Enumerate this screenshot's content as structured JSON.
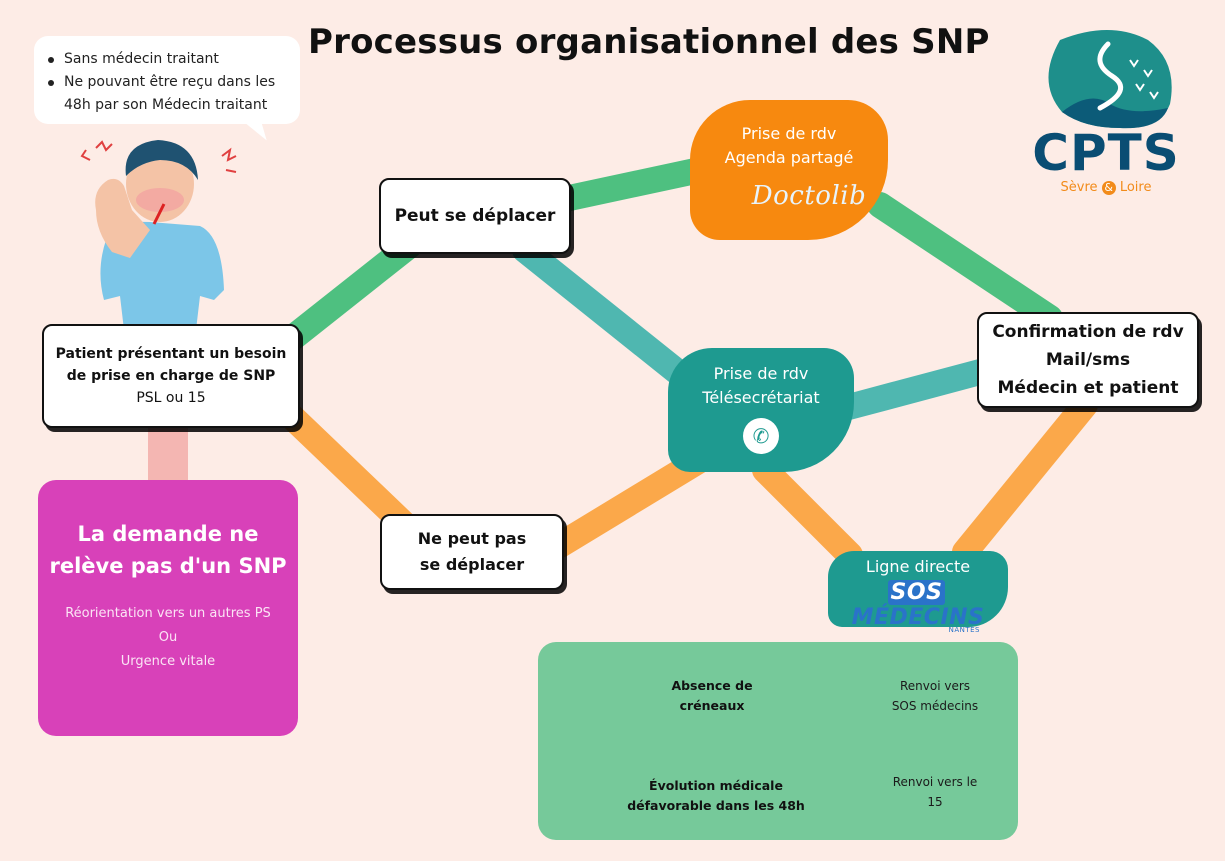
{
  "title": "Processus organisationnel des SNP",
  "speech_bubble": {
    "items": [
      "Sans médecin traitant",
      "Ne pouvant être reçu dans les 48h par son Médecin traitant"
    ]
  },
  "patient_box": {
    "line1": "Patient présentant un besoin",
    "line2": "de prise en charge de SNP",
    "line3": "PSL ou 15"
  },
  "peut_se_deplacer": "Peut se déplacer",
  "ne_peut_pas_se_deplacer": {
    "line1": "Ne peut pas",
    "line2": "se déplacer"
  },
  "agenda_partage": {
    "line1": "Prise de rdv",
    "line2": "Agenda partagé",
    "logo": "Doctolib"
  },
  "telesecretariat": {
    "line1": "Prise de rdv",
    "line2": "Télésecrétariat",
    "icon": "phone-icon"
  },
  "ligne_directe": {
    "label": "Ligne directe",
    "logo_sos": "SOS",
    "logo_medecins": "MÉDECINS",
    "logo_city": "NANTES"
  },
  "confirmation": {
    "line1": "Confirmation de rdv",
    "line2": "Mail/sms",
    "line3": "Médecin et patient"
  },
  "non_snp": {
    "heading_line1": "La demande ne",
    "heading_line2": "relève pas d'un SNP",
    "sub_line1": "Réorientation vers un autres PS",
    "sub_line2": "Ou",
    "sub_line3": "Urgence vitale"
  },
  "warning_panel": {
    "rows": [
      {
        "label_line1": "Absence de",
        "label_line2": "créneaux",
        "result_line1": "Renvoi vers",
        "result_line2": "SOS médecins"
      },
      {
        "label_line1": "Évolution médicale",
        "label_line2": "défavorable dans les 48h",
        "result_line1": "Renvoi vers le",
        "result_line2": "15"
      }
    ]
  },
  "logo": {
    "name": "CPTS",
    "sub_part1": "Sèvre",
    "sub_amp": "&",
    "sub_part2": "Loire"
  },
  "colors": {
    "background": "#fdece6",
    "orange": "#f7890f",
    "teal": "#1e9a90",
    "green_connector": "#4ec080",
    "pink": "#d841b9",
    "green_panel": "#76c99a",
    "navy": "#0a4d73"
  }
}
